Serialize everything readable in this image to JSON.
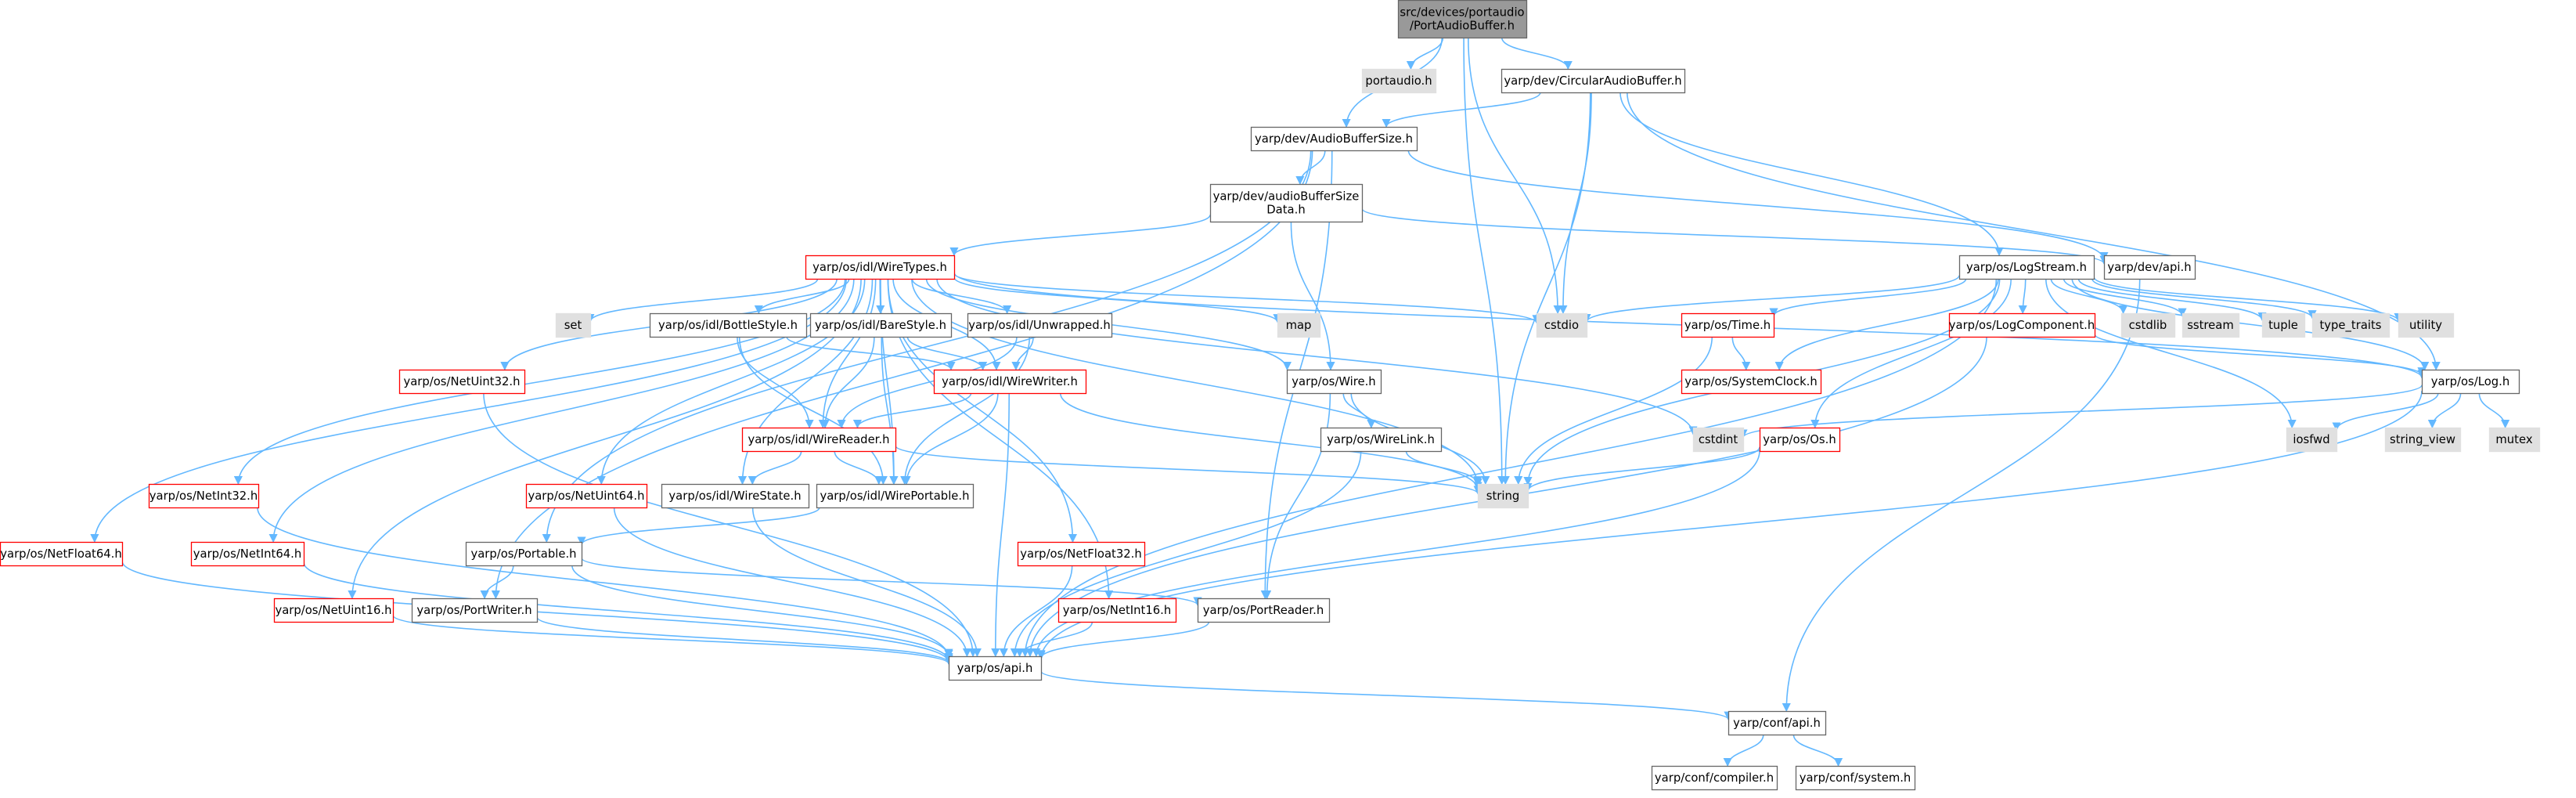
{
  "colors": {
    "edge": "#63B8FF",
    "normal_border": "#666666",
    "normal_fill": "#FFFFFF",
    "system_border": "#E0E0E0",
    "system_fill": "#E0E0E0",
    "missing_border": "#FF0000",
    "root_fill": "#999999",
    "root_border": "#666666",
    "text": "#000000"
  },
  "nodes": [
    {
      "id": "root",
      "label": "src/devices/portaudio\n/PortAudioBuffer.h",
      "style": "root"
    },
    {
      "id": "portaudio",
      "label": "portaudio.h",
      "style": "system"
    },
    {
      "id": "circbuf",
      "label": "yarp/dev/CircularAudioBuffer.h",
      "style": "normal"
    },
    {
      "id": "absize",
      "label": "yarp/dev/AudioBufferSize.h",
      "style": "normal"
    },
    {
      "id": "absdata",
      "label": "yarp/dev/audioBufferSize\nData.h",
      "style": "normal"
    },
    {
      "id": "devapi",
      "label": "yarp/dev/api.h",
      "style": "normal"
    },
    {
      "id": "logstream",
      "label": "yarp/os/LogStream.h",
      "style": "normal"
    },
    {
      "id": "wiretypes",
      "label": "yarp/os/idl/WireTypes.h",
      "style": "missing"
    },
    {
      "id": "set",
      "label": "set",
      "style": "system"
    },
    {
      "id": "bottlestyle",
      "label": "yarp/os/idl/BottleStyle.h",
      "style": "normal"
    },
    {
      "id": "barestyle",
      "label": "yarp/os/idl/BareStyle.h",
      "style": "normal"
    },
    {
      "id": "unwrapped",
      "label": "yarp/os/idl/Unwrapped.h",
      "style": "normal"
    },
    {
      "id": "map",
      "label": "map",
      "style": "system"
    },
    {
      "id": "cstdio",
      "label": "cstdio",
      "style": "system"
    },
    {
      "id": "time",
      "label": "yarp/os/Time.h",
      "style": "missing"
    },
    {
      "id": "logcomp",
      "label": "yarp/os/LogComponent.h",
      "style": "missing"
    },
    {
      "id": "cstdlib",
      "label": "cstdlib",
      "style": "system"
    },
    {
      "id": "sstream",
      "label": "sstream",
      "style": "system"
    },
    {
      "id": "tuple",
      "label": "tuple",
      "style": "system"
    },
    {
      "id": "type_traits",
      "label": "type_traits",
      "style": "system"
    },
    {
      "id": "utility",
      "label": "utility",
      "style": "system"
    },
    {
      "id": "netuint32",
      "label": "yarp/os/NetUint32.h",
      "style": "missing"
    },
    {
      "id": "wirewriter",
      "label": "yarp/os/idl/WireWriter.h",
      "style": "missing"
    },
    {
      "id": "wire",
      "label": "yarp/os/Wire.h",
      "style": "normal"
    },
    {
      "id": "sysclock",
      "label": "yarp/os/SystemClock.h",
      "style": "missing"
    },
    {
      "id": "log",
      "label": "yarp/os/Log.h",
      "style": "normal"
    },
    {
      "id": "wirereader",
      "label": "yarp/os/idl/WireReader.h",
      "style": "missing"
    },
    {
      "id": "wirelink",
      "label": "yarp/os/WireLink.h",
      "style": "normal"
    },
    {
      "id": "cstdint",
      "label": "cstdint",
      "style": "system"
    },
    {
      "id": "os",
      "label": "yarp/os/Os.h",
      "style": "missing"
    },
    {
      "id": "iosfwd",
      "label": "iosfwd",
      "style": "system"
    },
    {
      "id": "string_view",
      "label": "string_view",
      "style": "system"
    },
    {
      "id": "mutex",
      "label": "mutex",
      "style": "system"
    },
    {
      "id": "netint32",
      "label": "yarp/os/NetInt32.h",
      "style": "missing"
    },
    {
      "id": "netuint64",
      "label": "yarp/os/NetUint64.h",
      "style": "missing"
    },
    {
      "id": "wirestate",
      "label": "yarp/os/idl/WireState.h",
      "style": "normal"
    },
    {
      "id": "wireportable",
      "label": "yarp/os/idl/WirePortable.h",
      "style": "normal"
    },
    {
      "id": "string",
      "label": "string",
      "style": "system"
    },
    {
      "id": "netfloat64",
      "label": "yarp/os/NetFloat64.h",
      "style": "missing"
    },
    {
      "id": "netint64",
      "label": "yarp/os/NetInt64.h",
      "style": "missing"
    },
    {
      "id": "portable",
      "label": "yarp/os/Portable.h",
      "style": "normal"
    },
    {
      "id": "netfloat32",
      "label": "yarp/os/NetFloat32.h",
      "style": "missing"
    },
    {
      "id": "netuint16",
      "label": "yarp/os/NetUint16.h",
      "style": "missing"
    },
    {
      "id": "portwriter",
      "label": "yarp/os/PortWriter.h",
      "style": "normal"
    },
    {
      "id": "netint16",
      "label": "yarp/os/NetInt16.h",
      "style": "missing"
    },
    {
      "id": "portreader",
      "label": "yarp/os/PortReader.h",
      "style": "normal"
    },
    {
      "id": "osapi",
      "label": "yarp/os/api.h",
      "style": "normal"
    },
    {
      "id": "confapi",
      "label": "yarp/conf/api.h",
      "style": "normal"
    },
    {
      "id": "compiler",
      "label": "yarp/conf/compiler.h",
      "style": "normal"
    },
    {
      "id": "system",
      "label": "yarp/conf/system.h",
      "style": "normal"
    }
  ],
  "edges": [
    [
      "root",
      "portaudio"
    ],
    [
      "root",
      "circbuf"
    ],
    [
      "root",
      "absize"
    ],
    [
      "root",
      "string"
    ],
    [
      "root",
      "cstdio"
    ],
    [
      "circbuf",
      "absize"
    ],
    [
      "circbuf",
      "logstream"
    ],
    [
      "circbuf",
      "string"
    ],
    [
      "circbuf",
      "cstdio"
    ],
    [
      "circbuf",
      "log"
    ],
    [
      "absize",
      "absdata"
    ],
    [
      "absize",
      "devapi"
    ],
    [
      "absize",
      "portable"
    ],
    [
      "absize",
      "portwriter"
    ],
    [
      "absize",
      "portreader"
    ],
    [
      "absdata",
      "wiretypes"
    ],
    [
      "absdata",
      "wire"
    ],
    [
      "absdata",
      "devapi"
    ],
    [
      "devapi",
      "confapi"
    ],
    [
      "logstream",
      "cstdio"
    ],
    [
      "logstream",
      "time"
    ],
    [
      "logstream",
      "logcomp"
    ],
    [
      "logstream",
      "cstdlib"
    ],
    [
      "logstream",
      "sstream"
    ],
    [
      "logstream",
      "tuple"
    ],
    [
      "logstream",
      "type_traits"
    ],
    [
      "logstream",
      "utility"
    ],
    [
      "logstream",
      "sysclock"
    ],
    [
      "logstream",
      "log"
    ],
    [
      "logstream",
      "os"
    ],
    [
      "logstream",
      "iosfwd"
    ],
    [
      "logstream",
      "string"
    ],
    [
      "logstream",
      "osapi"
    ],
    [
      "wiretypes",
      "set"
    ],
    [
      "wiretypes",
      "bottlestyle"
    ],
    [
      "wiretypes",
      "barestyle"
    ],
    [
      "wiretypes",
      "unwrapped"
    ],
    [
      "wiretypes",
      "map"
    ],
    [
      "wiretypes",
      "cstdio"
    ],
    [
      "wiretypes",
      "netuint32"
    ],
    [
      "wiretypes",
      "wirewriter"
    ],
    [
      "wiretypes",
      "wire"
    ],
    [
      "wiretypes",
      "wirereader"
    ],
    [
      "wiretypes",
      "cstdint"
    ],
    [
      "wiretypes",
      "netint32"
    ],
    [
      "wiretypes",
      "netuint64"
    ],
    [
      "wiretypes",
      "wirestate"
    ],
    [
      "wiretypes",
      "wireportable"
    ],
    [
      "wiretypes",
      "string"
    ],
    [
      "wiretypes",
      "netfloat64"
    ],
    [
      "wiretypes",
      "netint64"
    ],
    [
      "wiretypes",
      "netfloat32"
    ],
    [
      "wiretypes",
      "netuint16"
    ],
    [
      "wiretypes",
      "netint16"
    ],
    [
      "wiretypes",
      "log"
    ],
    [
      "bottlestyle",
      "wirewriter"
    ],
    [
      "bottlestyle",
      "wirereader"
    ],
    [
      "bottlestyle",
      "wireportable"
    ],
    [
      "barestyle",
      "wirewriter"
    ],
    [
      "barestyle",
      "wirereader"
    ],
    [
      "barestyle",
      "wireportable"
    ],
    [
      "unwrapped",
      "wirewriter"
    ],
    [
      "unwrapped",
      "wirereader"
    ],
    [
      "unwrapped",
      "wireportable"
    ],
    [
      "wirewriter",
      "wirereader"
    ],
    [
      "wirewriter",
      "wireportable"
    ],
    [
      "wirewriter",
      "string"
    ],
    [
      "wirewriter",
      "osapi"
    ],
    [
      "wirereader",
      "wirestate"
    ],
    [
      "wirereader",
      "wireportable"
    ],
    [
      "wirereader",
      "string"
    ],
    [
      "wireportable",
      "portable"
    ],
    [
      "wirestate",
      "osapi"
    ],
    [
      "wire",
      "wirelink"
    ],
    [
      "wire",
      "string"
    ],
    [
      "wire",
      "portreader"
    ],
    [
      "wirelink",
      "string"
    ],
    [
      "wirelink",
      "osapi"
    ],
    [
      "time",
      "sysclock"
    ],
    [
      "time",
      "string"
    ],
    [
      "logcomp",
      "log"
    ],
    [
      "logcomp",
      "osapi"
    ],
    [
      "os",
      "string"
    ],
    [
      "os",
      "osapi"
    ],
    [
      "log",
      "cstdint"
    ],
    [
      "log",
      "iosfwd"
    ],
    [
      "log",
      "string_view"
    ],
    [
      "log",
      "mutex"
    ],
    [
      "log",
      "osapi"
    ],
    [
      "netuint32",
      "osapi"
    ],
    [
      "netint32",
      "osapi"
    ],
    [
      "netuint64",
      "osapi"
    ],
    [
      "netfloat64",
      "osapi"
    ],
    [
      "netint64",
      "osapi"
    ],
    [
      "netfloat32",
      "osapi"
    ],
    [
      "netuint16",
      "osapi"
    ],
    [
      "netint16",
      "osapi"
    ],
    [
      "portable",
      "portwriter"
    ],
    [
      "portable",
      "portreader"
    ],
    [
      "portable",
      "osapi"
    ],
    [
      "portwriter",
      "osapi"
    ],
    [
      "portreader",
      "osapi"
    ],
    [
      "osapi",
      "confapi"
    ],
    [
      "confapi",
      "compiler"
    ],
    [
      "confapi",
      "system"
    ]
  ]
}
